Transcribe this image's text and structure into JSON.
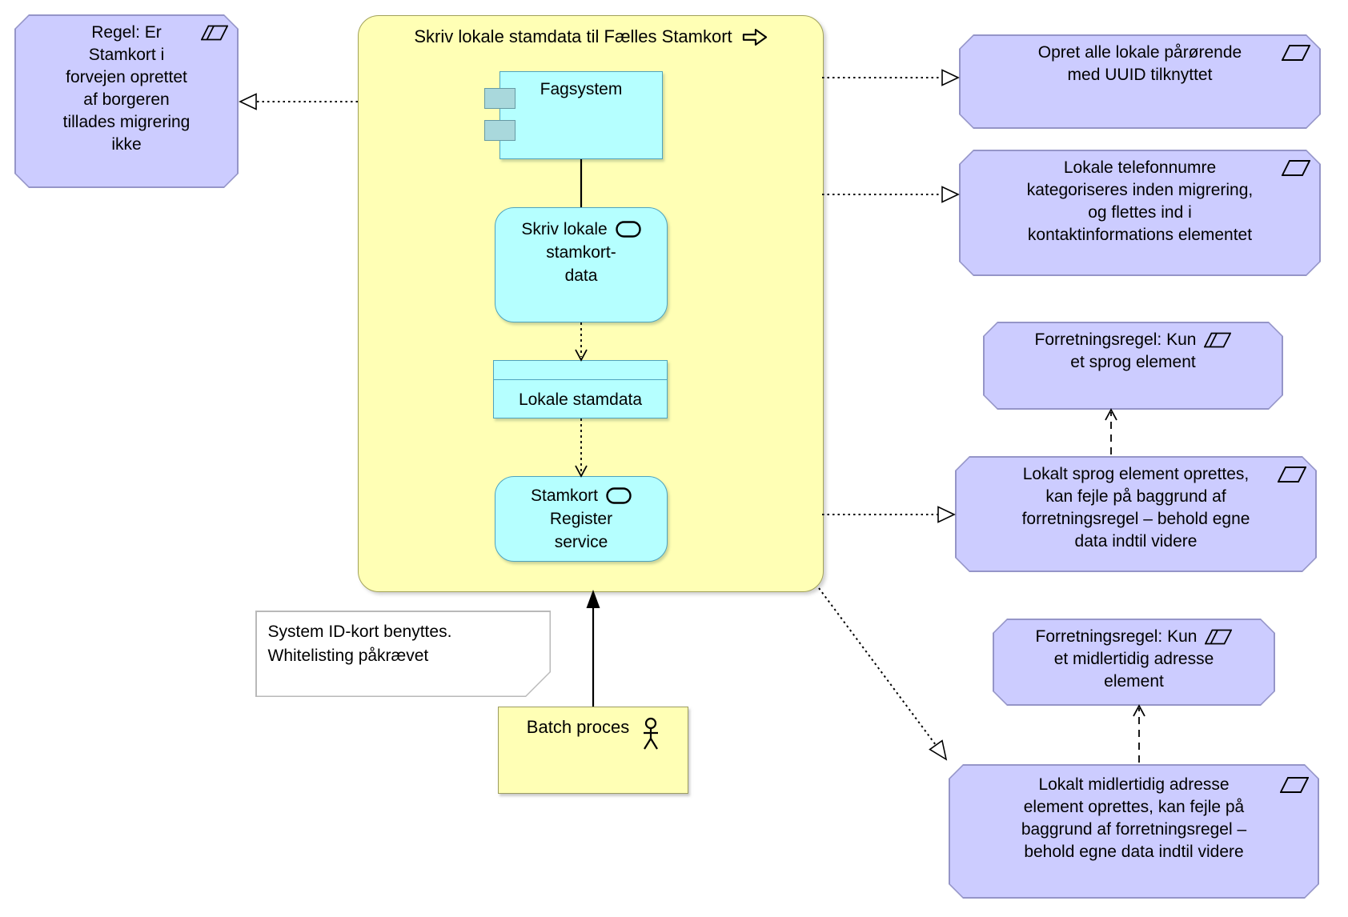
{
  "diagram": {
    "kind": "archimate-view",
    "container": {
      "title": "Skriv lokale stamdata til Fælles Stamkort",
      "icon": "process-arrow-icon",
      "fill": "#FFFFB5"
    },
    "application_nodes": {
      "fagsystem": {
        "label": "Fagsystem",
        "icon": "component-icon"
      },
      "skriv_service": {
        "line1": "Skriv lokale",
        "rest": "stamkort-\ndata",
        "icon": "service-oval-icon"
      },
      "data_object": {
        "label": "Lokale stamdata",
        "icon": "data-object-band"
      },
      "register_service": {
        "line1": "Stamkort",
        "rest": "Register\nservice",
        "icon": "service-oval-icon"
      }
    },
    "motivation_nodes": {
      "regel": {
        "label": "Regel: Er\nStamkort i\nforvejen oprettet\naf borgeren\ntillades migrering\nikke",
        "icon": "constraint-icon"
      },
      "req_uuid": {
        "label": "Opret alle lokale pårørende\nmed UUID tilknyttet",
        "icon": "requirement-icon"
      },
      "req_telefon": {
        "label": "Lokale telefonnumre\nkategoriseres inden migrering,\nog flettes ind i\nkontaktinformations elementet",
        "icon": "requirement-icon"
      },
      "con_sprog": {
        "line1": "Forretningsregel: Kun",
        "rest": "et sprog element",
        "icon": "constraint-icon"
      },
      "req_sprog": {
        "label": "Lokalt sprog element oprettes,\nkan fejle på baggrund af\nforretningsregel – behold egne\ndata indtil videre",
        "icon": "requirement-icon"
      },
      "con_adresse": {
        "line1": "Forretningsregel: Kun",
        "rest": "et midlertidig adresse\nelement",
        "icon": "constraint-icon"
      },
      "req_adresse": {
        "label": "Lokalt midlertidig adresse\nelement oprettes, kan fejle på\nbaggrund af forretningsregel –\nbehold egne data indtil videre",
        "icon": "requirement-icon"
      }
    },
    "other_nodes": {
      "note": {
        "label": "System ID-kort benyttes.\nWhitelisting påkrævet"
      },
      "batch": {
        "label": "Batch proces",
        "icon": "actor-icon"
      }
    },
    "relationships": [
      {
        "type": "realization",
        "from": "container",
        "to": "regel",
        "style": "dotted-hollow-triangle"
      },
      {
        "type": "realization",
        "from": "container",
        "to": "req_uuid",
        "style": "dotted-hollow-triangle"
      },
      {
        "type": "realization",
        "from": "container",
        "to": "req_telefon",
        "style": "dotted-hollow-triangle"
      },
      {
        "type": "realization",
        "from": "container",
        "to": "req_sprog",
        "style": "dotted-hollow-triangle"
      },
      {
        "type": "realization",
        "from": "container",
        "to": "req_adresse",
        "style": "dotted-hollow-triangle"
      },
      {
        "type": "influence",
        "from": "req_sprog",
        "to": "con_sprog",
        "style": "dashed-open-arrow"
      },
      {
        "type": "influence",
        "from": "req_adresse",
        "to": "con_adresse",
        "style": "dashed-open-arrow"
      },
      {
        "type": "association",
        "from": "fagsystem",
        "to": "skriv_service",
        "style": "solid"
      },
      {
        "type": "flow",
        "from": "skriv_service",
        "to": "data_object",
        "style": "dotted-open-arrow"
      },
      {
        "type": "flow",
        "from": "data_object",
        "to": "register_service",
        "style": "dotted-open-arrow"
      },
      {
        "type": "triggering",
        "from": "batch",
        "to": "container",
        "style": "solid-filled-arrow"
      }
    ],
    "colors": {
      "business_fill": "#FFFFB5",
      "business_border": "#A2A25A",
      "application_fill": "#B5FFFF",
      "application_border": "#4FA3BE",
      "motivation_fill": "#CCCCFF",
      "motivation_border": "#9595C8",
      "note_fill": "#FFFFFF",
      "note_border": "#B9B9B9",
      "line": "#000000"
    }
  }
}
